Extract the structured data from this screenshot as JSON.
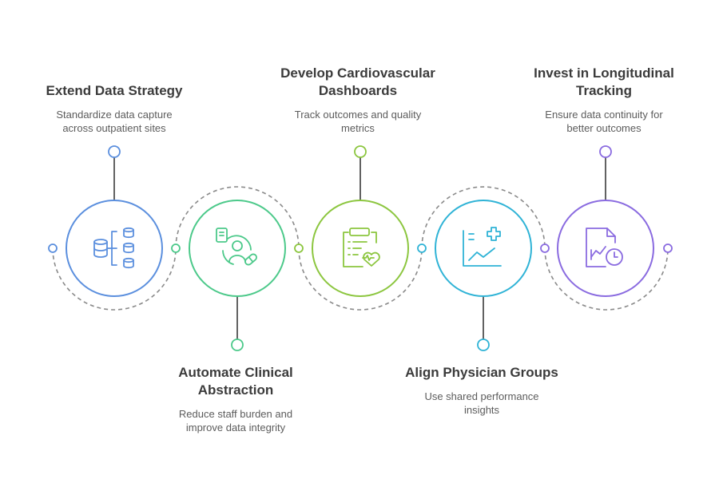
{
  "steps": [
    {
      "id": "extend-data-strategy",
      "title_lines": [
        "Extend Data Strategy"
      ],
      "description_lines": [
        "Standardize data capture",
        "across outpatient sites"
      ],
      "color": "#5b8fde",
      "icon": "database-hierarchy-icon",
      "connector": "top"
    },
    {
      "id": "automate-clinical-abstraction",
      "title_lines": [
        "Automate Clinical",
        "Abstraction"
      ],
      "description_lines": [
        "Reduce staff burden and",
        "improve data integrity"
      ],
      "color": "#4cc98a",
      "icon": "clinician-pill-icon",
      "connector": "bottom"
    },
    {
      "id": "develop-cardiovascular-dashboards",
      "title_lines": [
        "Develop Cardiovascular",
        "Dashboards"
      ],
      "description_lines": [
        "Track outcomes and quality",
        "metrics"
      ],
      "color": "#8cc63f",
      "icon": "clipboard-heart-icon",
      "connector": "top"
    },
    {
      "id": "align-physician-groups",
      "title_lines": [
        "Align Physician Groups"
      ],
      "description_lines": [
        "Use shared performance",
        "insights"
      ],
      "color": "#2fb3d6",
      "icon": "medical-chart-icon",
      "connector": "bottom"
    },
    {
      "id": "invest-longitudinal-tracking",
      "title_lines": [
        "Invest in Longitudinal",
        "Tracking"
      ],
      "description_lines": [
        "Ensure data continuity for",
        "better outcomes"
      ],
      "color": "#8a6be0",
      "icon": "document-clock-icon",
      "connector": "top"
    }
  ],
  "colors": {
    "dashed_path": "#8a8a8a",
    "title_text": "#3b3b3b",
    "description_text": "#5c5c5c",
    "background": "#ffffff"
  }
}
